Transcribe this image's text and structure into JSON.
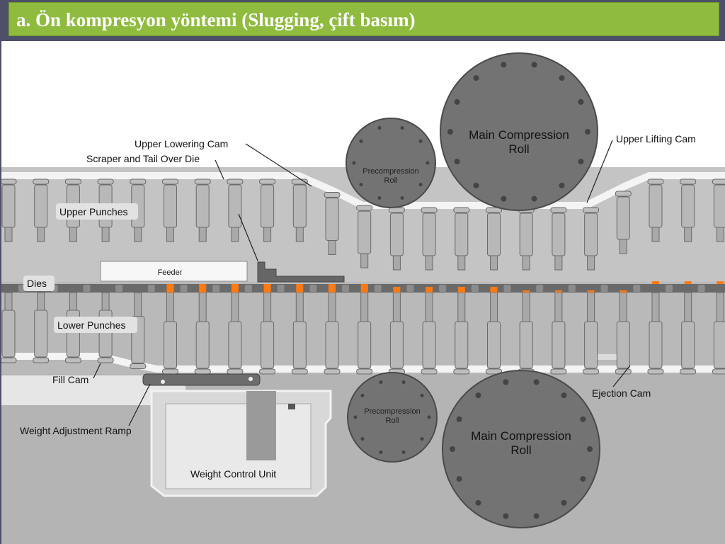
{
  "slide": {
    "title": "a. Ön kompresyon yöntemi (Slugging, çift basım)"
  },
  "diagram": {
    "labels": {
      "upper_lowering_cam": "Upper  Lowering Cam",
      "scraper": "Scraper and Tail Over Die",
      "upper_punches": "Upper Punches",
      "feeder": "Feeder",
      "dies": "Dies",
      "lower_punches": "Lower Punches",
      "fill_cam": "Fill Cam",
      "weight_adjustment_ramp": "Weight Adjustment Ramp",
      "weight_control_unit": "Weight Control Unit",
      "upper_precompression_roll_line1": "Precompression",
      "upper_precompression_roll_line2": "Roll",
      "upper_main_roll_line1": "Main Compression",
      "upper_main_roll_line2": "Roll",
      "upper_lifting_cam": "Upper  Lifting Cam",
      "lower_precompression_roll_line1": "Precompression",
      "lower_precompression_roll_line2": "Roll",
      "lower_main_roll_line1": "Main Compression",
      "lower_main_roll_line2": "Roll",
      "ejection_cam": "Ejection Cam"
    },
    "colors": {
      "title_bar": "#8fbc3f",
      "background": "#4d5068",
      "machine_body": "#c8c8c8",
      "roll": "#6e6e6e",
      "powder": "#ff7a12"
    }
  }
}
